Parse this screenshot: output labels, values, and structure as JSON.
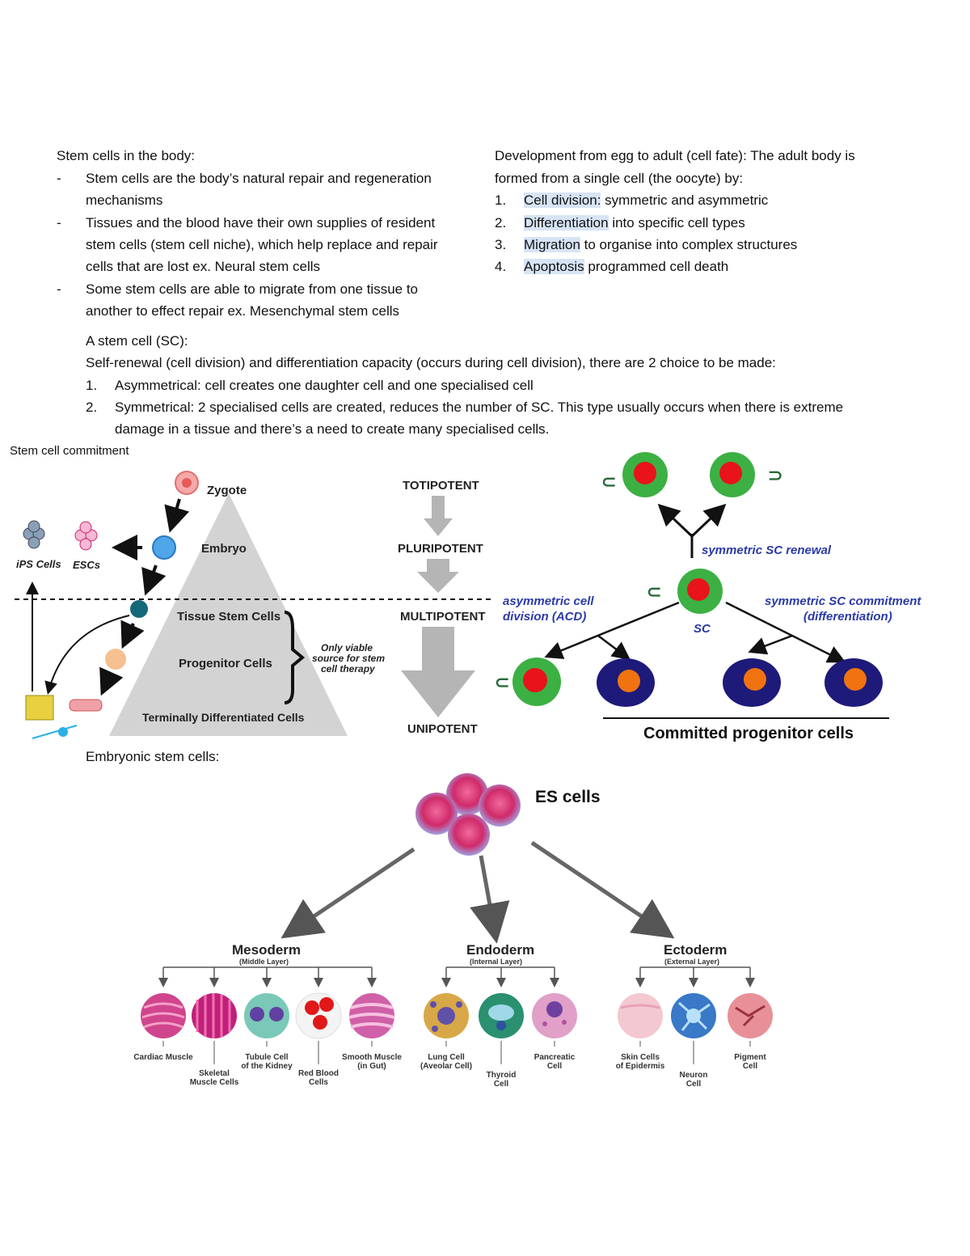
{
  "left_col": {
    "heading": "Stem cells in the body:",
    "bullets": [
      {
        "line1": "Stem cells are the body’s natural repair and regeneration",
        "line2": "mechanisms",
        "line3": ""
      },
      {
        "line1": "Tissues and the blood have their own supplies of resident",
        "line2": "stem cells (stem cell niche), which help replace and repair",
        "line3": "cells that are lost ex. Neural stem cells"
      },
      {
        "line1": "Some stem cells are able to migrate from one tissue to",
        "line2": "another to effect repair ex. Mesenchymal stem cells",
        "line3": ""
      }
    ],
    "bullet_marker": "-"
  },
  "right_col": {
    "line1": "Development from egg to adult (cell fate): The adult body is",
    "line2": "formed from a single cell (the oocyte) by:",
    "items": [
      {
        "num": "1.",
        "term": "Cell division:",
        "rest": " symmetric and asymmetric"
      },
      {
        "num": "2.",
        "term": "Differentiation",
        "rest": " into specific cell types"
      },
      {
        "num": "3.",
        "term": "Migration",
        "rest": " to organise into complex structures"
      },
      {
        "num": "4.",
        "term": "Apoptosis",
        "rest": " programmed cell death"
      }
    ]
  },
  "sc_section": {
    "heading": "A stem cell (SC):",
    "intro": "Self-renewal (cell division) and differentiation capacity (occurs during cell division), there are 2 choice to be made:",
    "items": [
      {
        "num": "1.",
        "line1": "Asymmetrical: cell creates one daughter cell and one specialised cell",
        "line2": ""
      },
      {
        "num": "2.",
        "line1": "Symmetrical: 2 specialised cells are created, reduces the number of SC. This type usually occurs when there is extreme",
        "line2": "damage in a tissue and there’s a need to create many specialised cells."
      }
    ]
  },
  "commitment_figure": {
    "caption": "Stem cell commitment",
    "pyramid_labels": [
      "Zygote",
      "Embryo",
      "Tissue Stem Cells",
      "Progenitor Cells",
      "Terminally Differentiated Cells"
    ],
    "side_labels": [
      "iPS Cells",
      "ESCs"
    ],
    "note": [
      "Only viable",
      "source for stem",
      "cell therapy"
    ],
    "potency": [
      "TOTIPOTENT",
      "PLURIPOTENT",
      "MULTIPOTENT",
      "UNIPOTENT"
    ]
  },
  "division_figure": {
    "symmetric_renewal": "symmetric SC renewal",
    "asymmetric": [
      "asymmetric cell",
      "division (ACD)"
    ],
    "sc_label": "SC",
    "symmetric_commitment": [
      "symmetric SC commitment",
      "(differentiation)"
    ],
    "committed": "Committed progenitor cells",
    "colors": {
      "sc_outer": "#3cb043",
      "sc_inner": "#e8131b",
      "prog_outer": "#1e1a7a",
      "prog_inner": "#f0730f",
      "label_blue": "#2b3aa8"
    }
  },
  "embryonic": {
    "heading": "Embryonic stem cells:",
    "es_label": "ES cells",
    "layers": [
      {
        "name": "Mesoderm",
        "sub": "(Middle Layer)",
        "cells": [
          {
            "l1": "Cardiac Muscle",
            "l2": ""
          },
          {
            "l1": "Skeletal",
            "l2": "Muscle Cells"
          },
          {
            "l1": "Tubule Cell",
            "l2": "of the Kidney"
          },
          {
            "l1": "Red Blood",
            "l2": "Cells"
          },
          {
            "l1": "Smooth Muscle",
            "l2": "(in Gut)"
          }
        ]
      },
      {
        "name": "Endoderm",
        "sub": "(Internal Layer)",
        "cells": [
          {
            "l1": "Lung Cell",
            "l2": "(Aveolar Cell)"
          },
          {
            "l1": "Thyroid",
            "l2": "Cell"
          },
          {
            "l1": "Pancreatic",
            "l2": "Cell"
          }
        ]
      },
      {
        "name": "Ectoderm",
        "sub": "(External Layer)",
        "cells": [
          {
            "l1": "Skin Cells",
            "l2": "of Epidermis"
          },
          {
            "l1": "Neuron",
            "l2": "Cell"
          },
          {
            "l1": "Pigment",
            "l2": "Cell"
          }
        ]
      }
    ]
  }
}
